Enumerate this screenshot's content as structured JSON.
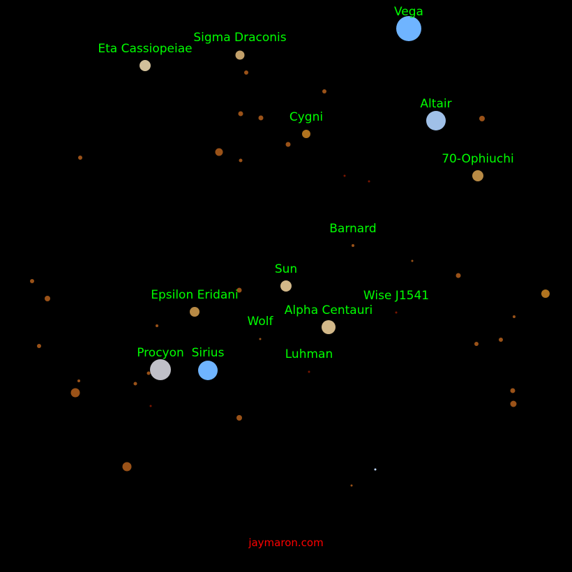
{
  "colors": {
    "background": "#000000",
    "label": "#00ff00",
    "credit": "#ff0000"
  },
  "named_stars": [
    {
      "key": "vega",
      "name": "Vega",
      "color": "#6fb4ff"
    },
    {
      "key": "sigma-draconis",
      "name": "Sigma Draconis",
      "color": "#c2a06a"
    },
    {
      "key": "eta-cassiopeiae",
      "name": "Eta Cassiopeiae",
      "color": "#d2c09a"
    },
    {
      "key": "altair",
      "name": "Altair",
      "color": "#a0c0e8"
    },
    {
      "key": "cygni",
      "name": "Cygni",
      "color": "#b0731f"
    },
    {
      "key": "70-ophiuchi",
      "name": "70-Ophiuchi",
      "color": "#b88a45"
    },
    {
      "key": "barnard",
      "name": "Barnard",
      "color": "#9a5218"
    },
    {
      "key": "sun",
      "name": "Sun",
      "color": "#d2b889"
    },
    {
      "key": "epsilon-eridani",
      "name": "Epsilon Eridani",
      "color": "#b88a45"
    },
    {
      "key": "wise-j1541",
      "name": "Wise J1541",
      "color": "#7a1500"
    },
    {
      "key": "alpha-centauri",
      "name": "Alpha Centauri",
      "color": "#d2b889"
    },
    {
      "key": "wolf",
      "name": "Wolf",
      "color": "#9a5218"
    },
    {
      "key": "procyon",
      "name": "Procyon",
      "color": "#c0c0c8"
    },
    {
      "key": "sirius",
      "name": "Sirius",
      "color": "#6fb4ff"
    },
    {
      "key": "luhman",
      "name": "Luhman",
      "color": "#7a1500"
    }
  ],
  "credit": "jaymaron.com"
}
